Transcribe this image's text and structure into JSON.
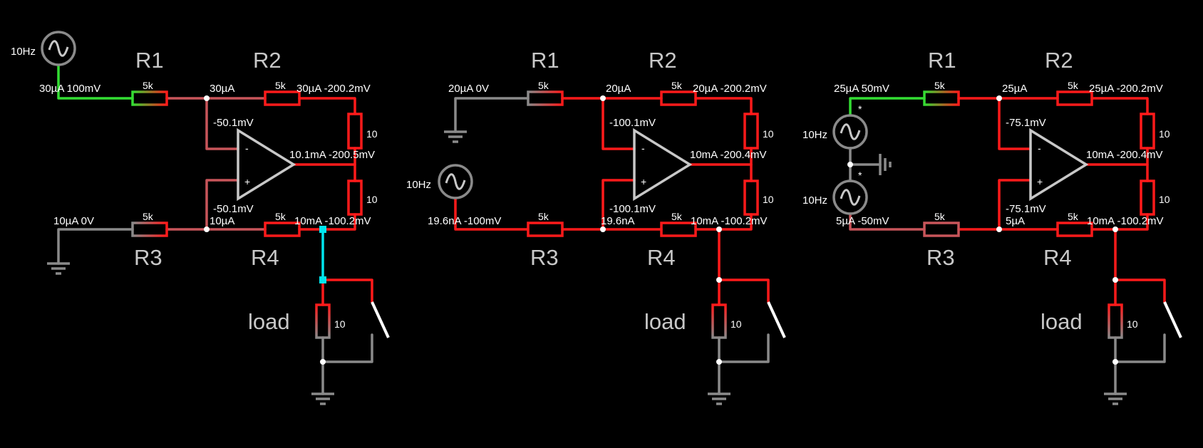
{
  "colors": {
    "background": "#000000",
    "wire_high": "#ff1a1a",
    "wire_mid": "#c8555a",
    "wire_ground": "#8a8a8a",
    "wire_positive": "#33dd33",
    "wire_selected": "#00e5ee",
    "component_neutral": "#c8c8c8",
    "text": "#ffffff"
  },
  "circuits": [
    {
      "id": "circuit-1",
      "source_freq": "10Hz",
      "r1": {
        "name": "R1",
        "value": "5k"
      },
      "r2": {
        "name": "R2",
        "value": "5k"
      },
      "r3": {
        "name": "R3",
        "value": "5k"
      },
      "r4": {
        "name": "R4",
        "value": "5k"
      },
      "rf_top": "10",
      "rf_bottom": "10",
      "load": {
        "name": "load",
        "value": "10"
      },
      "in_top": "30µA 100mV",
      "node_top": "30µA",
      "r2_out": "30µA -200.2mV",
      "minus_v": "-50.1mV",
      "opamp_out": "10.1mA -200.5mV",
      "plus_v": "-50.1mV",
      "in_bottom": "10µA 0V",
      "node_bottom": "10µA",
      "out_bottom": "10mA -100.2mV"
    },
    {
      "id": "circuit-2",
      "source_freq": "10Hz",
      "r1": {
        "name": "R1",
        "value": "5k"
      },
      "r2": {
        "name": "R2",
        "value": "5k"
      },
      "r3": {
        "name": "R3",
        "value": "5k"
      },
      "r4": {
        "name": "R4",
        "value": "5k"
      },
      "rf_top": "10",
      "rf_bottom": "10",
      "load": {
        "name": "load",
        "value": "10"
      },
      "in_top": "20µA 0V",
      "node_top": "20µA",
      "r2_out": "20µA -200.2mV",
      "minus_v": "-100.1mV",
      "opamp_out": "10mA -200.4mV",
      "plus_v": "-100.1mV",
      "in_bottom": "19.6nA -100mV",
      "node_bottom": "19.6nA",
      "out_bottom": "10mA -100.2mV"
    },
    {
      "id": "circuit-3",
      "source_freq_top": "10Hz",
      "source_freq_bottom": "10Hz",
      "r1": {
        "name": "R1",
        "value": "5k"
      },
      "r2": {
        "name": "R2",
        "value": "5k"
      },
      "r3": {
        "name": "R3",
        "value": "5k"
      },
      "r4": {
        "name": "R4",
        "value": "5k"
      },
      "rf_top": "10",
      "rf_bottom": "10",
      "load": {
        "name": "load",
        "value": "10"
      },
      "in_top": "25µA 50mV",
      "node_top": "25µA",
      "r2_out": "25µA -200.2mV",
      "minus_v": "-75.1mV",
      "opamp_out": "10mA -200.4mV",
      "plus_v": "-75.1mV",
      "in_bottom": "5µA -50mV",
      "node_bottom": "5µA",
      "out_bottom": "10mA -100.2mV",
      "star_top": "*",
      "star_bottom": "*"
    }
  ]
}
